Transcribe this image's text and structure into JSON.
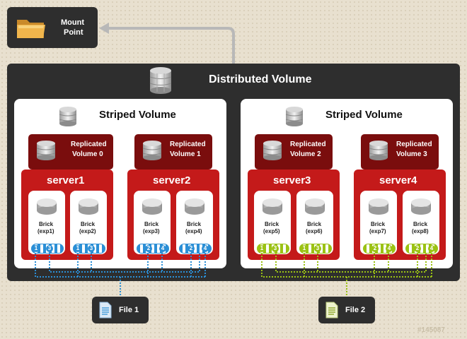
{
  "mount_point": {
    "label_line1": "Mount",
    "label_line2": "Point",
    "icon": "folder-icon"
  },
  "distributed_volume": {
    "title": "Distributed Volume",
    "icon": "database-icon"
  },
  "striped_volumes": [
    {
      "title": "Striped Volume"
    },
    {
      "title": "Striped Volume"
    }
  ],
  "replicated_volumes": [
    {
      "line1": "Replicated",
      "line2": "Volume 0"
    },
    {
      "line1": "Replicated",
      "line2": "Volume 1"
    },
    {
      "line1": "Replicated",
      "line2": "Volume 2"
    },
    {
      "line1": "Replicated",
      "line2": "Volume 3"
    }
  ],
  "servers": [
    {
      "name": "server1"
    },
    {
      "name": "server2"
    },
    {
      "name": "server3"
    },
    {
      "name": "server4"
    }
  ],
  "bricks": [
    {
      "line1": "Brick",
      "line2": "(exp1)",
      "chunks": [
        "1",
        "3"
      ]
    },
    {
      "line1": "Brick",
      "line2": "(exp2)",
      "chunks": [
        "1",
        "3"
      ]
    },
    {
      "line1": "Brick",
      "line2": "(exp3)",
      "chunks": [
        "2",
        "4"
      ]
    },
    {
      "line1": "Brick",
      "line2": "(exp4)",
      "chunks": [
        "2",
        "4"
      ]
    },
    {
      "line1": "Brick",
      "line2": "(exp5)",
      "chunks": [
        "1",
        "3"
      ]
    },
    {
      "line1": "Brick",
      "line2": "(exp6)",
      "chunks": [
        "1",
        "3"
      ]
    },
    {
      "line1": "Brick",
      "line2": "(exp7)",
      "chunks": [
        "2",
        "4"
      ]
    },
    {
      "line1": "Brick",
      "line2": "(exp8)",
      "chunks": [
        "2",
        "4"
      ]
    }
  ],
  "files": [
    {
      "label": "File 1",
      "icon": "document-icon",
      "color": "#2b8fd6"
    },
    {
      "label": "File 2",
      "icon": "document-icon",
      "color": "#9bc214"
    }
  ],
  "watermark": "#145087",
  "colors": {
    "dark_panel": "#2e2e2e",
    "server_red": "#c41a1a",
    "replicated_dark_red": "#7a0d0d",
    "file1_blue": "#2b8fd6",
    "file2_green": "#9bc214"
  }
}
